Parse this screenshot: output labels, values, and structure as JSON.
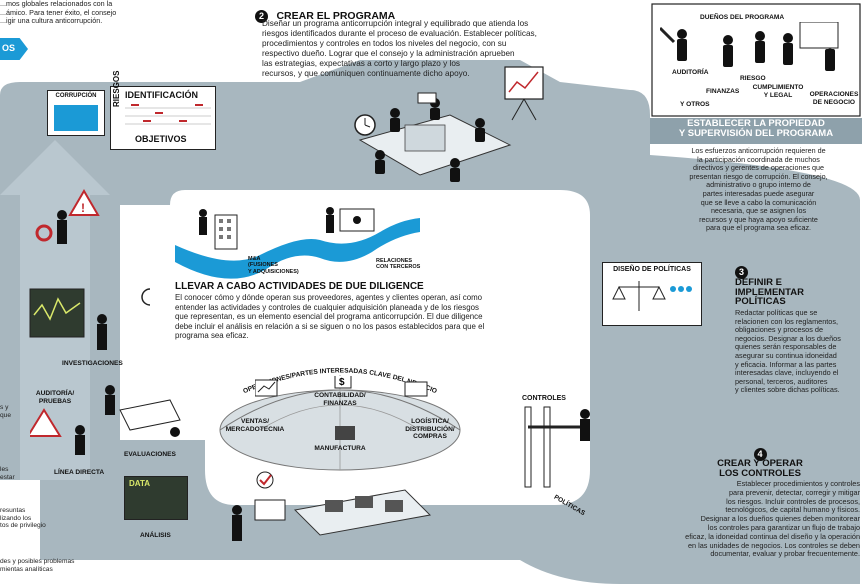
{
  "intro_partial": [
    "...mos globales relacionados con la",
    "...ámico. Para tener éxito, el consejo",
    "...igir una cultura anticorrupción."
  ],
  "intro_arrow_label": "OS",
  "step2": {
    "number": "2",
    "title": "CREAR EL PROGRAMA",
    "text": [
      "Diseñar un programa anticorrupción integral y equilibrado que atienda los",
      "riesgos identificados durante el proceso de evaluación.  Establecer políticas,",
      "procedimientos y controles en todos los niveles del negocio, con su",
      "respectivo dueño.  Lograr que el consejo y la administración aprueben",
      "las estrategias, expectativas a corto y largo plazo y los",
      "recursos, y que comuniquen continuamente dicho apoyo."
    ]
  },
  "owners": {
    "header": "DUEÑOS DEL PROGRAMA",
    "roles": [
      "AUDITORÍA",
      "RIESGO",
      "FINANZAS",
      "CUMPLIMIENTO Y LEGAL",
      "OPERACIONES DE NEGOCIO",
      "Y OTROS"
    ],
    "title": [
      "ESTABLECER LA PROPIEDAD",
      "Y SUPERVISIÓN DEL PROGRAMA"
    ],
    "text": [
      "Los esfuerzos anticorrupción requieren de",
      "la participación coordinada de muchos",
      "directivos y gerentes de operaciones que",
      "presentan riesgo de corrupción. El consejo,",
      "administrativo o grupo interno de",
      "partes interesadas puede asegurar",
      "que se lleve a cabo la comunicación",
      "necesaria, que se asignen los",
      "recursos y que haya apoyo suficiente",
      "para que el programa sea eficaz."
    ]
  },
  "identification_board": {
    "side_label": "RIESGOS",
    "top": "IDENTIFICACIÓN",
    "bottom": "OBJETIVOS",
    "card": "CORRUPCIÓN"
  },
  "due_diligence": {
    "title": "LLEVAR A CABO ACTIVIDADES DE DUE DILIGENCE",
    "text": [
      "El conocer cómo y dónde operan sus proveedores, agentes y clientes operan, así como",
      "entender las actividades y controles de cualquier adquisición planeada y de los riesgos",
      "que representan, es un elemento esencial del programa anticorrupción. El due diligence",
      "debe incluir el análisis en relación a si se siguen o no los pasos establecidos  para que el",
      "programa sea eficaz."
    ],
    "ma_label": [
      "M&A",
      "(FUSIONES",
      "Y ADQUISICIONES)"
    ],
    "third_label": [
      "RELACIONES",
      "CON TERCEROS"
    ]
  },
  "operations": {
    "arc_title": "OPERACIONES/PARTES INTERESADAS CLAVE DEL NEGOCIO",
    "items": [
      [
        "CONTABILIDAD/",
        "FINANZAS"
      ],
      [
        "VENTAS/",
        "MERCADOTECNIA"
      ],
      [
        "LOGÍSTICA/",
        "DISTRIBUCIÓN/",
        "COMPRAS"
      ],
      [
        "MANUFACTURA"
      ]
    ]
  },
  "policy_board": "DISEÑO DE POLÍTICAS",
  "step3": {
    "number": "3",
    "title": [
      "DEFINIR E",
      "IMPLEMENTAR",
      "POLÍTICAS"
    ],
    "text": [
      "Redactar políticas que se",
      "relacionen con los reglamentos,",
      "obligaciones y procesos de",
      "negocios. Designar a los dueños",
      "quienes serán responsables de",
      "asegurar su continua idoneidad",
      "y eficacia. Informar a las partes",
      "interesadas clave, incluyendo el",
      "personal, terceros, auditores",
      "y clientes sobre dichas políticas."
    ]
  },
  "step4": {
    "number": "4",
    "title": [
      "CREAR Y OPERAR",
      "LOS CONTROLES"
    ],
    "text": [
      "Establecer procedimientos y controles",
      "para prevenir, detectar, corregir y mitigar",
      "los riesgos. Incluir controles de procesos,",
      "tecnológicos, de capital humano y físicos.",
      "Designar a los dueños quienes deben monitorear",
      "los controles para garantizar un flujo de trabajo",
      "eficaz, la idoneidad continua del diseño y la operación",
      "en las unidades de negocios. Los controles se deben",
      "documentar, evaluar y probar frecuentemente."
    ]
  },
  "controls_label": "CONTROLES",
  "policies_label": "POLÍTICAS",
  "left_labels": {
    "investigations": "INVESTIGACIONES",
    "audit": [
      "AUDITORÍA/",
      "PRUEBAS"
    ],
    "hotline": "LÍNEA DIRECTA",
    "evaluations": "EVALUACIONES",
    "analysis": "ANÁLISIS",
    "data_screen": "DATA"
  },
  "left_partial": [
    "s y",
    "que",
    "les",
    "estar",
    "resuntas",
    "lizando los",
    "tos de privilegio",
    "des y posibles problemas",
    "mientas analíticas"
  ],
  "colors": {
    "road": "#98aab4",
    "road_light": "#b9c7cf",
    "accent_blue": "#1b9ad6",
    "dark": "#111111"
  }
}
